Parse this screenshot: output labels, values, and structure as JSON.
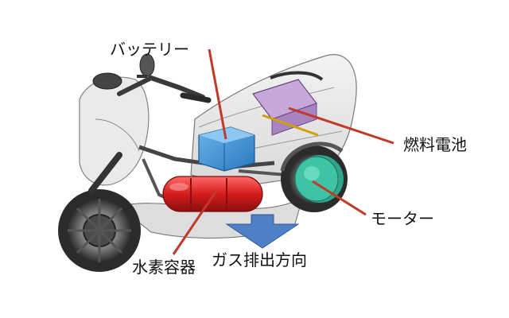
{
  "labels": {
    "battery": "バッテリー",
    "fuel_cell": "燃料電池",
    "motor": "モーター",
    "hydrogen_tank": "水素容器",
    "exhaust_direction": "ガス排出方向"
  },
  "colors": {
    "leader_line": "#c0392b",
    "battery": "#3d8fd1",
    "fuel_cell": "#c8a8d8",
    "motor": "#3ec4a4",
    "hydrogen_tank": "#d62020",
    "exhaust_arrow": "#4f7fc4"
  }
}
